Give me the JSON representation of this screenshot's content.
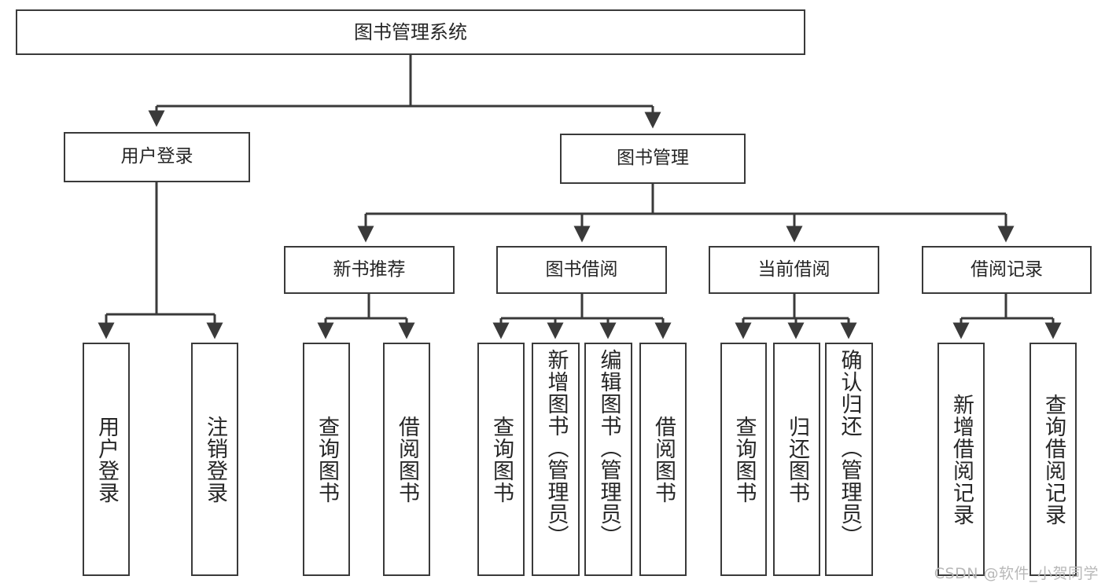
{
  "diagram": {
    "type": "tree-hierarchy",
    "title": "图书管理系统",
    "watermark": "CSDN @软件_小贺同学",
    "colors": {
      "box_border": "#3a3a3a",
      "box_fill": "#ffffff",
      "edge": "#3a3a3a",
      "text": "#262626",
      "watermark": "#b8b8b8"
    },
    "nodes": {
      "root": {
        "label": "图书管理系统"
      },
      "level2": [
        {
          "id": "user-login",
          "label": "用户登录"
        },
        {
          "id": "book-management",
          "label": "图书管理"
        }
      ],
      "level3": [
        {
          "id": "new-book-recommend",
          "label": "新书推荐"
        },
        {
          "id": "book-borrow",
          "label": "图书借阅"
        },
        {
          "id": "current-borrow",
          "label": "当前借阅"
        },
        {
          "id": "borrow-record",
          "label": "借阅记录"
        }
      ],
      "leaves": [
        {
          "id": "leaf-user-login",
          "label": "用户登录",
          "parent": "user-login"
        },
        {
          "id": "leaf-logout-login",
          "label": "注销登录",
          "parent": "user-login"
        },
        {
          "id": "leaf-query-book-1",
          "label": "查询图书",
          "parent": "new-book-recommend"
        },
        {
          "id": "leaf-borrow-book-1",
          "label": "借阅图书",
          "parent": "new-book-recommend"
        },
        {
          "id": "leaf-query-book-2",
          "label": "查询图书",
          "parent": "book-borrow"
        },
        {
          "id": "leaf-add-book",
          "label": "新增图书（管理员）",
          "parent": "book-borrow"
        },
        {
          "id": "leaf-edit-book",
          "label": "编辑图书（管理员）",
          "parent": "book-borrow"
        },
        {
          "id": "leaf-borrow-book-2",
          "label": "借阅图书",
          "parent": "book-borrow"
        },
        {
          "id": "leaf-query-book-3",
          "label": "查询图书",
          "parent": "current-borrow"
        },
        {
          "id": "leaf-return-book",
          "label": "归还图书",
          "parent": "current-borrow"
        },
        {
          "id": "leaf-confirm-return",
          "label": "确认归还（管理员）",
          "parent": "current-borrow"
        },
        {
          "id": "leaf-add-record",
          "label": "新增借阅记录",
          "parent": "borrow-record"
        },
        {
          "id": "leaf-query-record",
          "label": "查询借阅记录",
          "parent": "borrow-record"
        }
      ]
    }
  }
}
